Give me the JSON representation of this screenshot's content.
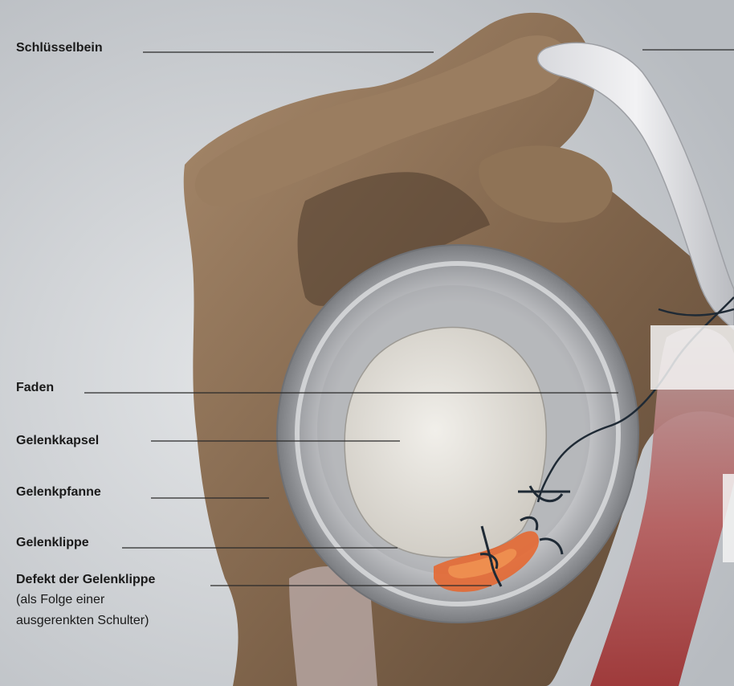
{
  "labels": {
    "clavicle": "Schlüsselbein",
    "thread": "Faden",
    "capsule": "Gelenkkapsel",
    "glenoid": "Gelenkpfanne",
    "labrum": "Gelenklippe",
    "defect": "Defekt der Gelenklippe",
    "defect_note_1": "(als Folge einer",
    "defect_note_2": "ausgerenkten Schulter)"
  },
  "colors": {
    "background": "#c9ccd0",
    "bone": "#8a6d52",
    "bone_dark": "#5a4634",
    "cartilage": "#dcd9d3",
    "labrum_ring": "#9c9ea2",
    "muscle": "#b04a4a",
    "defect": "#e8642a",
    "leader_line": "#2a2a2a"
  }
}
